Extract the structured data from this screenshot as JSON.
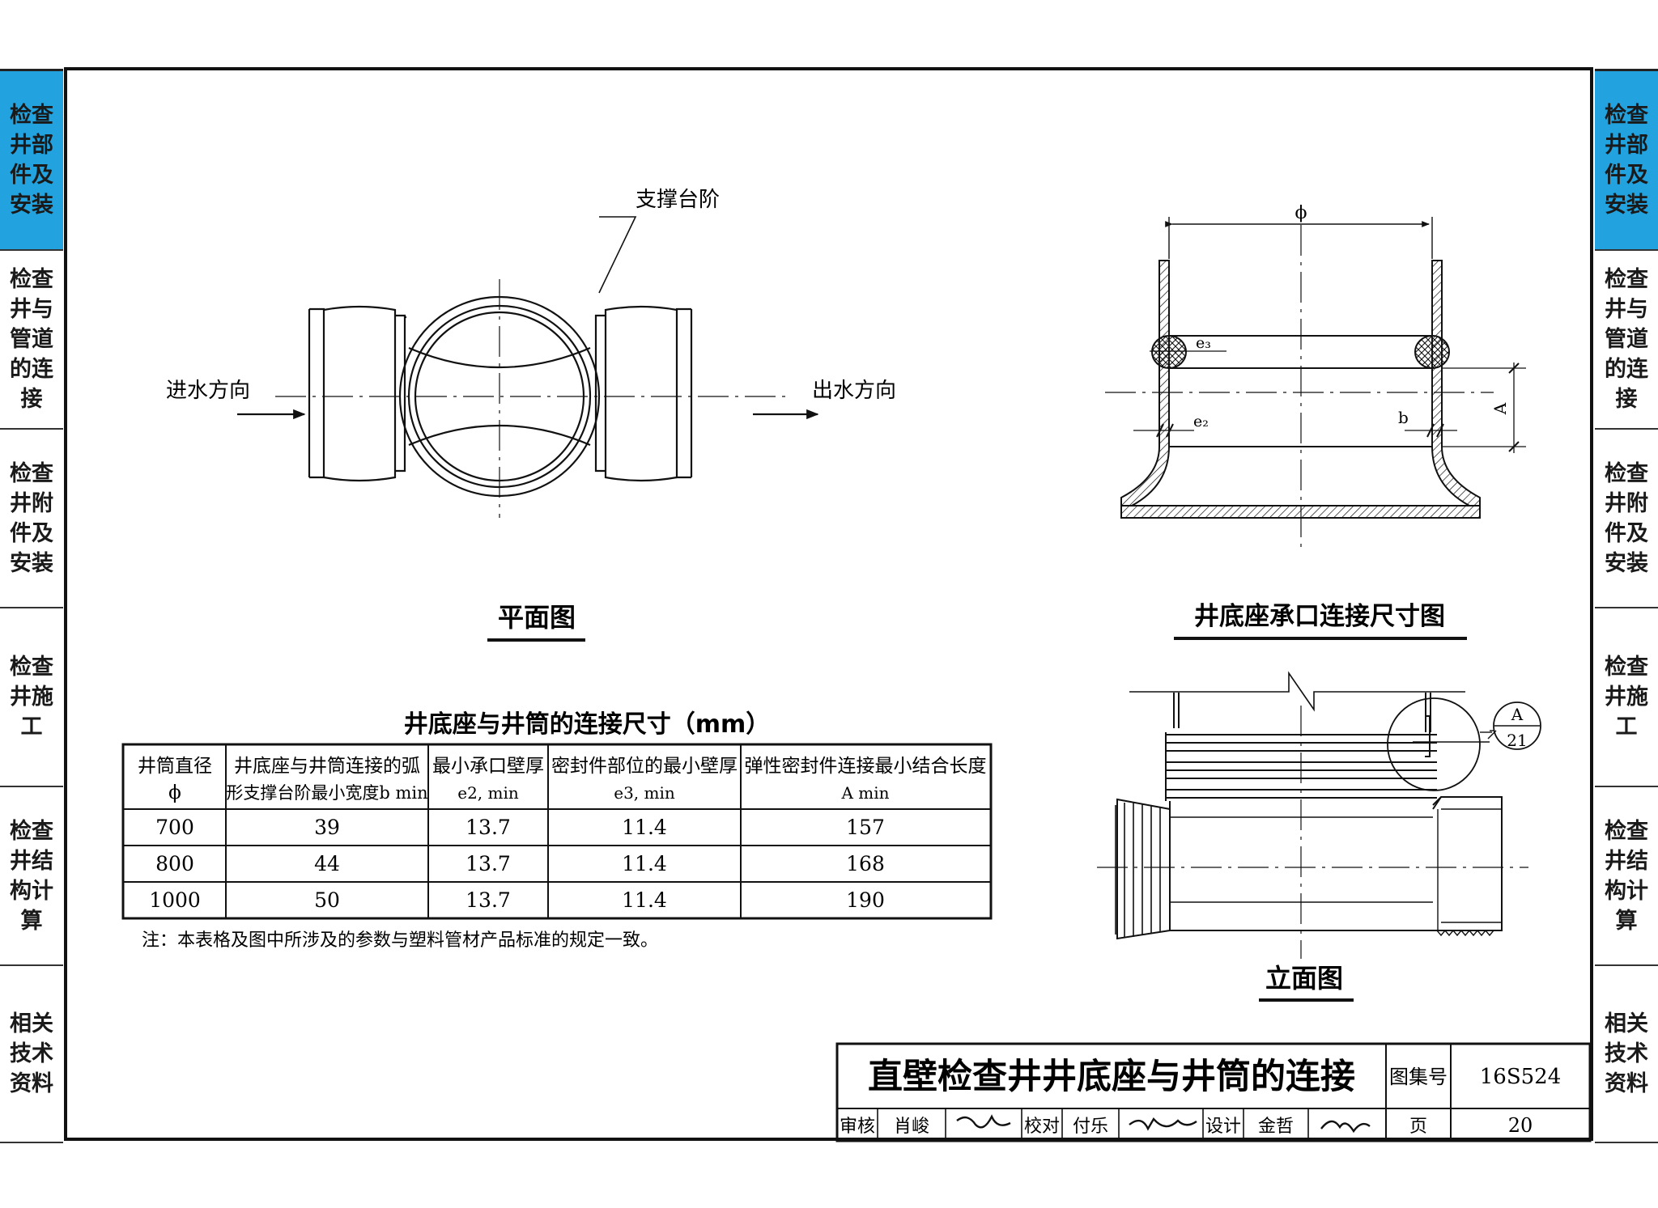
{
  "left_tabs": [
    {
      "label": "检查井部件及安装",
      "active": true
    },
    {
      "label": "检查井与管道的连接",
      "active": false
    },
    {
      "label": "检查井附件及安装",
      "active": false
    },
    {
      "label": "检查井施工",
      "active": false
    },
    {
      "label": "检查井结构计算",
      "active": false
    },
    {
      "label": "相关技术资料",
      "active": false
    }
  ],
  "right_tabs": [
    {
      "label": "检查井部件及安装",
      "active": true
    },
    {
      "label": "检查井与管道的连接",
      "active": false
    },
    {
      "label": "检查井附件及安装",
      "active": false
    },
    {
      "label": "检查井施工",
      "active": false
    },
    {
      "label": "检查井结构计算",
      "active": false
    },
    {
      "label": "相关技术资料",
      "active": false
    }
  ],
  "accent_color": "#22a3e0",
  "plan_view": {
    "title": "平面图",
    "support_label": "支撑台阶",
    "inflow_label": "进水方向",
    "outflow_label": "出水方向"
  },
  "socket_view": {
    "title": "井底座承口连接尺寸图",
    "phi_label": "ϕ",
    "e3_label": "e₃",
    "e2_label": "e₂",
    "b_label": "b",
    "a_label": "A"
  },
  "elevation_view": {
    "title": "立面图",
    "callout_top": "A",
    "callout_bottom": "21"
  },
  "table": {
    "title": "井底座与井筒的连接尺寸（mm）",
    "headers": [
      [
        "井筒直径",
        "ϕ"
      ],
      [
        "井底座与井筒连接的弧",
        "形支撑台阶最小宽度b min"
      ],
      [
        "最小承口壁厚",
        "e2, min"
      ],
      [
        "密封件部位的最小壁厚",
        "e3, min"
      ],
      [
        "弹性密封件连接最小结合长度",
        "A min"
      ]
    ],
    "rows": [
      [
        "700",
        "39",
        "13.7",
        "11.4",
        "157"
      ],
      [
        "800",
        "44",
        "13.7",
        "11.4",
        "168"
      ],
      [
        "1000",
        "50",
        "13.7",
        "11.4",
        "190"
      ]
    ],
    "note": "注：本表格及图中所涉及的参数与塑料管材产品标准的规定一致。"
  },
  "title_block": {
    "title": "直壁检查井井底座与井筒的连接",
    "atlas_label": "图集号",
    "atlas_no": "16S524",
    "review_label": "审核",
    "reviewer": "肖峻",
    "check_label": "校对",
    "checker": "付乐",
    "design_label": "设计",
    "designer": "金哲",
    "page_label": "页",
    "page_no": "20"
  }
}
